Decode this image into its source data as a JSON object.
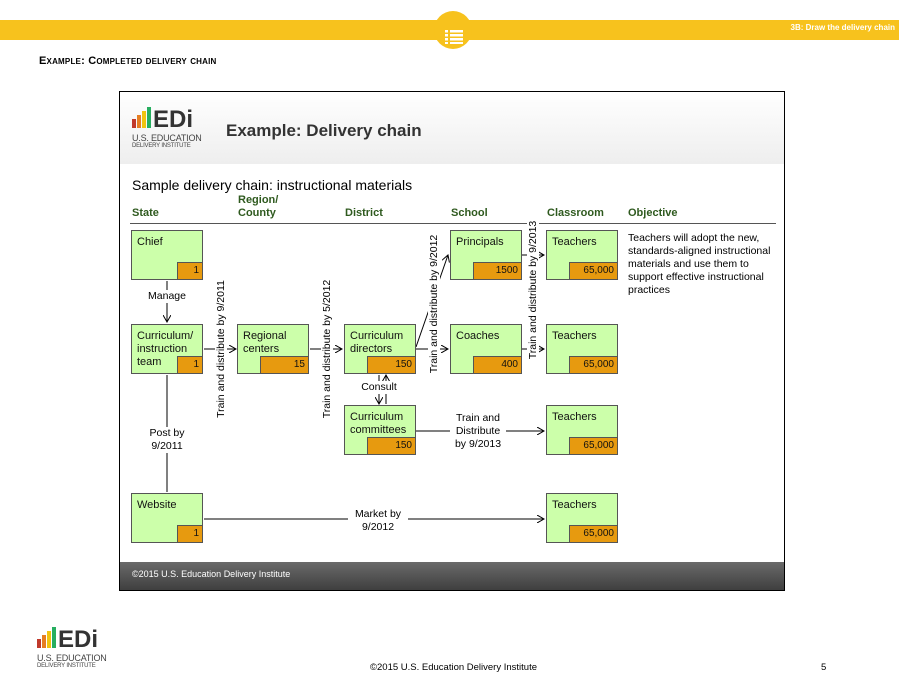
{
  "header": {
    "section_label": "3B: Draw the delivery chain",
    "icon": "menu-list-icon",
    "accent_color": "#f7c21d"
  },
  "slide_heading": "Example: Completed delivery chain",
  "inner_slide": {
    "logo": {
      "letters": "EDi",
      "line1": "U.S. EDUCATION",
      "line2": "DELIVERY INSTITUTE"
    },
    "title": "Example: Delivery chain",
    "subtitle": "Sample delivery chain: instructional materials",
    "columns": {
      "state": "State",
      "region_line1": "Region/",
      "region_line2": "County",
      "district": "District",
      "school": "School",
      "classroom": "Classroom",
      "objective": "Objective"
    },
    "boxes": {
      "chief": {
        "label": "Chief",
        "count": "1"
      },
      "curriculum_team": {
        "label_line1": "Curriculum/",
        "label_line2": "instruction",
        "label_line3": "team",
        "count": "1"
      },
      "website": {
        "label": "Website",
        "count": "1"
      },
      "regional_centers": {
        "label_line1": "Regional",
        "label_line2": "centers",
        "count": "15"
      },
      "curriculum_directors": {
        "label_line1": "Curriculum",
        "label_line2": "directors",
        "count": "150"
      },
      "curriculum_committees": {
        "label_line1": "Curriculum",
        "label_line2": "committees",
        "count": "150"
      },
      "principals": {
        "label": "Principals",
        "count": "1500"
      },
      "coaches": {
        "label": "Coaches",
        "count": "400"
      },
      "teachers_1": {
        "label": "Teachers",
        "count": "65,000"
      },
      "teachers_2": {
        "label": "Teachers",
        "count": "65,000"
      },
      "teachers_3": {
        "label": "Teachers",
        "count": "65,000"
      },
      "teachers_4": {
        "label": "Teachers",
        "count": "65,000"
      }
    },
    "arrow_labels": {
      "manage": "Manage",
      "post_line1": "Post by",
      "post_line2": "9/2011",
      "train_2011": "Train and distribute by 9/2011",
      "train_2012_5": "Train and distribute by 5/2012",
      "train_2012_9": "Train and distribute by 9/2012",
      "train_2013_9": "Train and distribute by 9/2013",
      "consult": "Consult",
      "train_dist_line1": "Train and",
      "train_dist_line2": "Distribute",
      "train_dist_line3": "by 9/2013",
      "market_line1": "Market by",
      "market_line2": "9/2012"
    },
    "objective_text": "Teachers will adopt the new, standards-aligned instructional materials and use them to support effective instructional practices",
    "footer": "©2015 U.S. Education Delivery Institute",
    "colors": {
      "box_fill": "#ccffaa",
      "count_fill": "#e79a0f",
      "column_header": "#2f5a1f"
    }
  },
  "footer": {
    "logo": {
      "letters": "EDi",
      "line1": "U.S. EDUCATION",
      "line2": "DELIVERY INSTITUTE"
    },
    "copyright": "©2015 U.S. Education Delivery Institute",
    "page_number": "5"
  }
}
